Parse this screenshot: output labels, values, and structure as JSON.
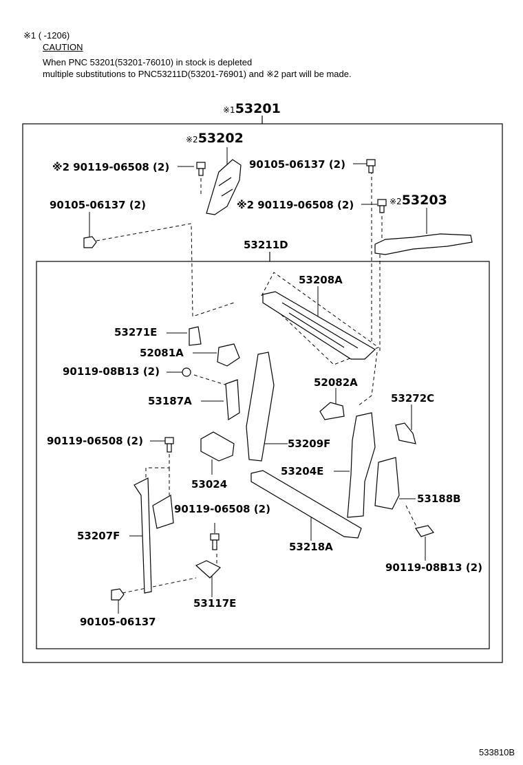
{
  "notes": {
    "line1": "※1 (       -1206)",
    "caution": "CAUTION",
    "line2": "When PNC 53201(53201-76010) in stock is depleted",
    "line3": "multiple substitutions to PNC53211D(53201-76901) and ※2 part will be made."
  },
  "parts": {
    "assy_mark": "※1",
    "assy": "53201",
    "p53202_mark": "※2",
    "p53202": "53202",
    "bolt_tl": "※2 90119-06508 (2)",
    "bolt_tr": "90105-06137 (2)",
    "bolt_left": "90105-06137 (2)",
    "bolt_mid": "※2 90119-06508 (2)",
    "p53203_mark": "※2",
    "p53203": "53203",
    "p53211d": "53211D",
    "p53208a": "53208A",
    "p53271e": "53271E",
    "p52081a": "52081A",
    "bolt_08b13_left": "90119-08B13 (2)",
    "p52082a": "52082A",
    "p53187a": "53187A",
    "p53272c": "53272C",
    "bolt_06508_left": "90119-06508 (2)",
    "p53209f": "53209F",
    "p53024": "53024",
    "p53204e": "53204E",
    "p53188b": "53188B",
    "bolt_06508_mid": "90119-06508 (2)",
    "p53207f": "53207F",
    "p53218a": "53218A",
    "bolt_08b13_right": "90119-08B13 (2)",
    "p53117e": "53117E",
    "bolt_bottom": "90105-06137"
  },
  "footer": {
    "code": "533810B"
  }
}
